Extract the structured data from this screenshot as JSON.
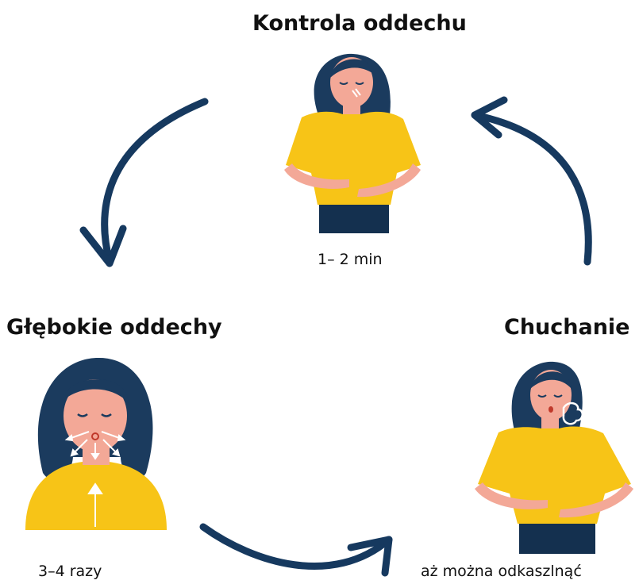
{
  "steps": [
    {
      "title": "Kontrola oddechu",
      "caption": "1– 2 min"
    },
    {
      "title": "Głębokie oddechy",
      "caption": "3–4 razy"
    },
    {
      "title": "Chuchanie",
      "caption": "aż można odkaszlnąć"
    }
  ],
  "colors": {
    "shirt": "#F7C417",
    "hair": "#1B3B5E",
    "skin": "#F3A897",
    "pants": "#14304F",
    "arrow": "#16395F",
    "text": "#111111"
  },
  "icons": [
    "breathing-figure-icon",
    "deep-breath-figure-icon",
    "huffing-figure-icon",
    "cycle-arrow-icon"
  ]
}
